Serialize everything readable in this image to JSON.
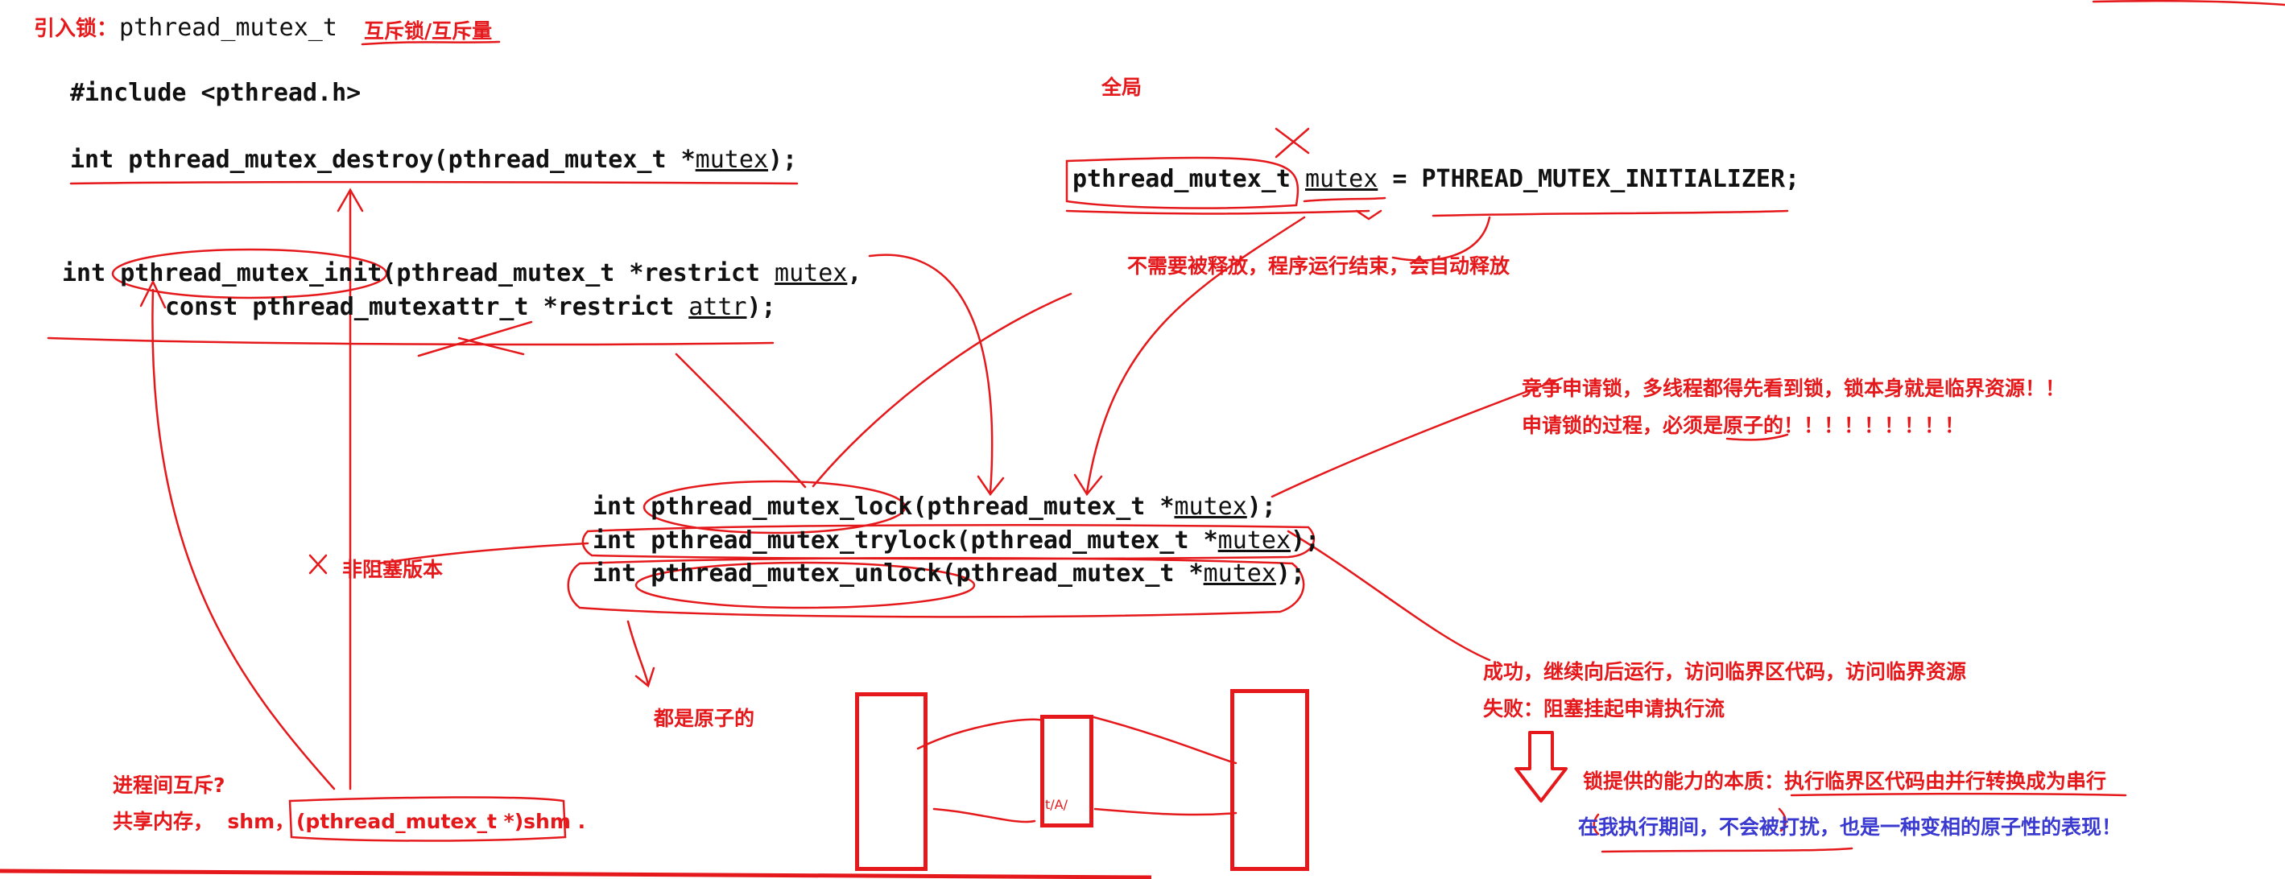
{
  "header": {
    "prefix": "引入锁：",
    "type_name": "pthread_mutex_t",
    "alias": "互斥锁/互斥量"
  },
  "code": {
    "include": "#include <pthread.h>",
    "destroy": {
      "pre": "int pthread_mutex_destroy(pthread_mutex_t *",
      "arg": "mutex",
      "post": ");"
    },
    "init_line1": {
      "pre": "int pthread_mutex_init(pthread_mutex_t *restrict ",
      "arg": "mutex",
      "post": ","
    },
    "init_line2": {
      "pre": "const pthread_mutexattr_t *restrict ",
      "arg": "attr",
      "post": ");"
    },
    "global": {
      "type": "pthread_mutex_t ",
      "arg": "mutex",
      "post": " = PTHREAD_MUTEX_INITIALIZER;"
    },
    "lock": {
      "pre": "int pthread_mutex_lock(pthread_mutex_t *",
      "arg": "mutex",
      "post": ");"
    },
    "trylock": {
      "pre": "int pthread_mutex_trylock(pthread_mutex_t *",
      "arg": "mutex",
      "post": ");"
    },
    "unlock": {
      "pre": "int pthread_mutex_unlock(pthread_mutex_t *",
      "arg": "mutex",
      "post": ");"
    }
  },
  "notes": {
    "global_label": "全局",
    "no_release": "不需要被释放，程序运行结束，会自动释放",
    "compete_line1": "竞争申请锁，多线程都得先看到锁，锁本身就是临界资源！！",
    "compete_line2": "申请锁的过程，必须是原子的！！！！！！！！！",
    "non_blocking": "非阻塞版本",
    "atomic": "都是原子的",
    "success": "成功，继续向后运行，访问临界区代码，访问临界资源",
    "failure": "失败：阻塞挂起申请执行流",
    "essence": "锁提供的能力的本质：执行临界区代码由并行转换成为串行",
    "essence_blue": "在我执行期间，不会被打扰，也是一种变相的原子性的表现！",
    "ipc_question": "进程间互斥?",
    "shm_prefix": "共享内存，  shm，",
    "shm_cast": "(pthread_mutex_t *)shm .",
    "tiny_mark": "t/A/"
  }
}
